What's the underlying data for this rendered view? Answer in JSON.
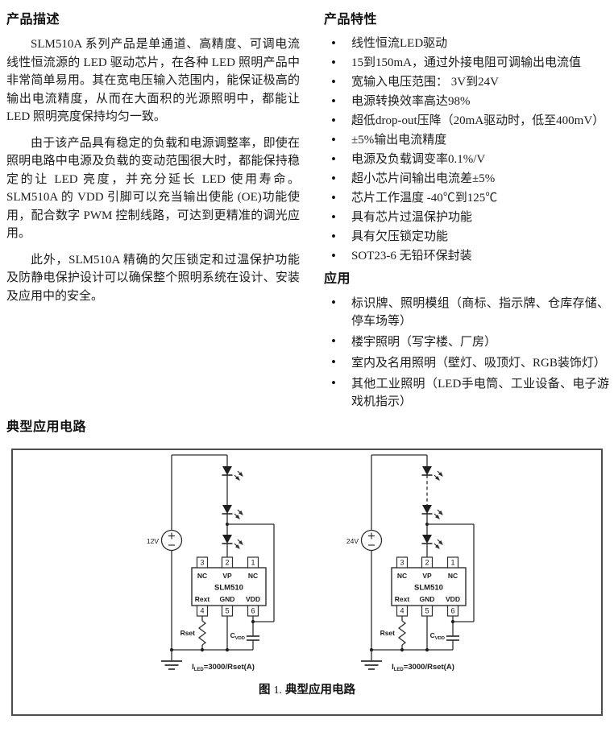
{
  "description": {
    "title": "产品描述",
    "paragraphs": [
      "SLM510A 系列产品是单通道、高精度、可调电流线性恒流源的 LED 驱动芯片，在各种 LED 照明产品中非常简单易用。其在宽电压输入范围内，能保证极高的输出电流精度，从而在大面积的光源照明中，都能让 LED 照明亮度保持均匀一致。",
      "由于该产品具有稳定的负载和电源调整率，即使在照明电路中电源及负载的变动范围很大时，都能保持稳定的让 LED 亮度，并充分延长 LED 使用寿命。SLM510A 的 VDD 引脚可以充当输出使能 (OE)功能使用，配合数字 PWM 控制线路，可达到更精准的调光应用。",
      "此外，SLM510A 精确的欠压锁定和过温保护功能及防静电保护设计可以确保整个照明系统在设计、安装及应用中的安全。"
    ]
  },
  "features": {
    "title": "产品特性",
    "items": [
      "线性恒流LED驱动",
      "15到150mA，通过外接电阻可调输出电流值",
      "宽输入电压范围： 3V到24V",
      "电源转换效率高达98%",
      "超低drop-out压降（20mA驱动时，低至400mV）",
      "±5%输出电流精度",
      "电源及负载调变率0.1%/V",
      "超小芯片间输出电流差±5%",
      "芯片工作温度 -40℃到125℃",
      "具有芯片过温保护功能",
      "具有欠压锁定功能",
      "SOT23-6 无铅环保封装"
    ]
  },
  "applications": {
    "title": "应用",
    "items": [
      "标识牌、照明模组（商标、指示牌、仓库存储、停车场等）",
      "楼宇照明（写字楼、厂房）",
      "室内及名用照明（壁灯、吸顶灯、RGB装饰灯）",
      "其他工业照明（LED手电筒、工业设备、电子游戏机指示）"
    ]
  },
  "figure": {
    "section_title": "典型应用电路",
    "caption_fig": "图",
    "caption_num": "1.",
    "caption_text": "典型应用电路",
    "chip": {
      "name": "SLM510",
      "top_pins": [
        {
          "num": "3",
          "label": "NC"
        },
        {
          "num": "2",
          "label": "VP"
        },
        {
          "num": "1",
          "label": "NC"
        }
      ],
      "bottom_pins": [
        {
          "num": "4",
          "label": "Rext"
        },
        {
          "num": "5",
          "label": "GND"
        },
        {
          "num": "6",
          "label": "VDD"
        }
      ]
    },
    "resistor_label": "Rset",
    "cap_base": "C",
    "cap_sub": "VDD",
    "formula_base": "I",
    "formula_sub": "LED",
    "formula_rest": "=3000/Rset(A)",
    "wire_color": "#2e2e2e",
    "circuits": [
      {
        "source_label": "12V",
        "dashed": false
      },
      {
        "source_label": "24V",
        "dashed": true
      }
    ]
  }
}
